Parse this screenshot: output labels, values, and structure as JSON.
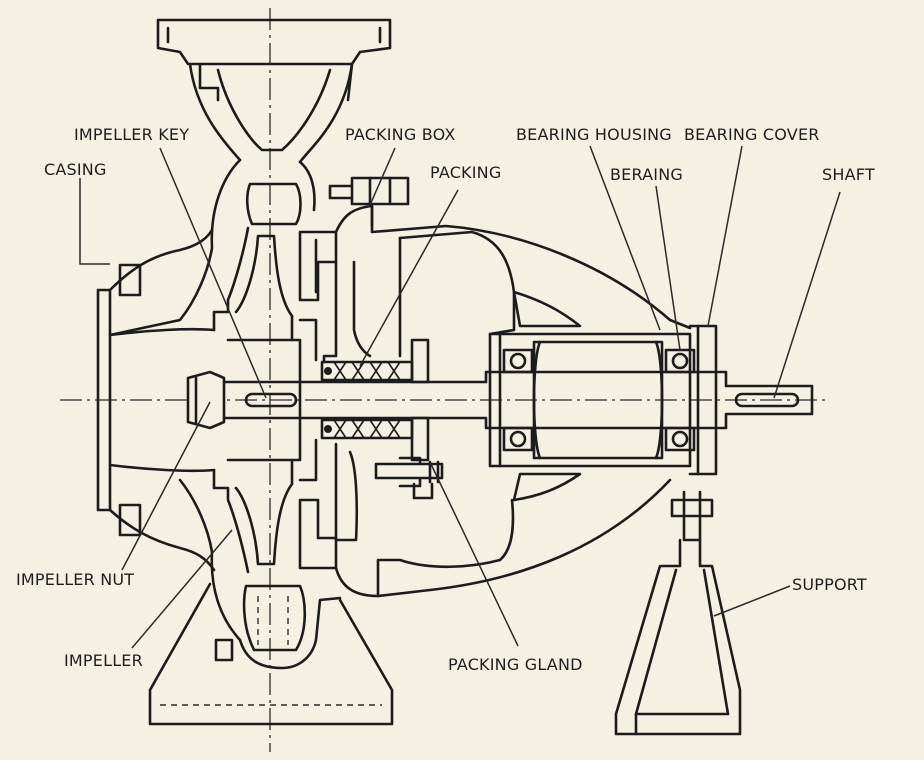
{
  "diagram": {
    "labels": {
      "impeller_key": "IMPELLER KEY",
      "packing_box": "PACKING BOX",
      "bearing_housing": "BEARING HOUSING",
      "bearing_cover": "BEARING COVER",
      "casing": "CASING",
      "packing": "PACKING",
      "beraing": "BERAING",
      "shaft": "SHAFT",
      "impeller_nut": "IMPELLER NUT",
      "impeller": "IMPELLER",
      "packing_gland": "PACKING GLAND",
      "support": "SUPPORT"
    }
  },
  "colors": {
    "paper": "#f4f1e3",
    "ink": "#1c1c1c"
  }
}
